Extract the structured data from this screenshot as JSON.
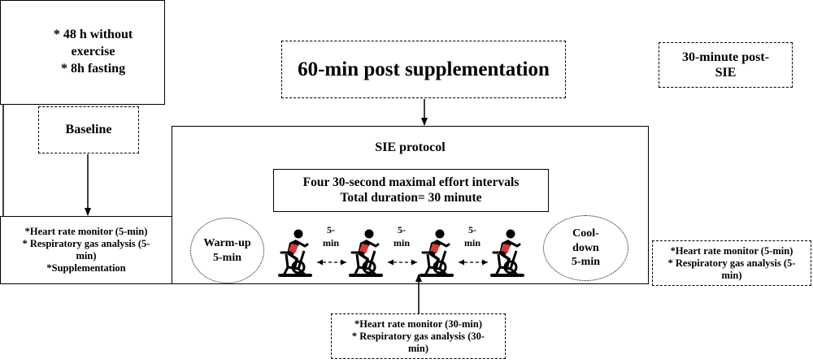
{
  "pre_conditions": [
    "* 48 h without",
    "exercise",
    "* 8h fasting"
  ],
  "baseline": "Baseline",
  "baseline_measures": [
    "*Heart rate monitor (5-min)",
    "* Respiratory gas analysis (5-",
    "min)",
    "*Supplementation"
  ],
  "post_supplementation": "60-min post supplementation",
  "post_sie": [
    "30-minute post-",
    "SIE"
  ],
  "post_sie_measures": [
    "*Heart rate monitor (5-min)",
    "* Respiratory gas analysis (5-",
    "min)"
  ],
  "sie_protocol": {
    "title": "SIE protocol",
    "intervals": [
      "Four 30-second maximal effort intervals",
      "Total duration= 30 minute"
    ],
    "warm_up": [
      "Warm-up",
      "5-min"
    ],
    "cool_down": [
      "Cool-",
      "down",
      "5-min"
    ],
    "rest_gap": [
      "5-",
      "min"
    ]
  },
  "during_measures": [
    "*Heart rate monitor (30-min)",
    "* Respiratory gas analysis (30-",
    "min)"
  ]
}
